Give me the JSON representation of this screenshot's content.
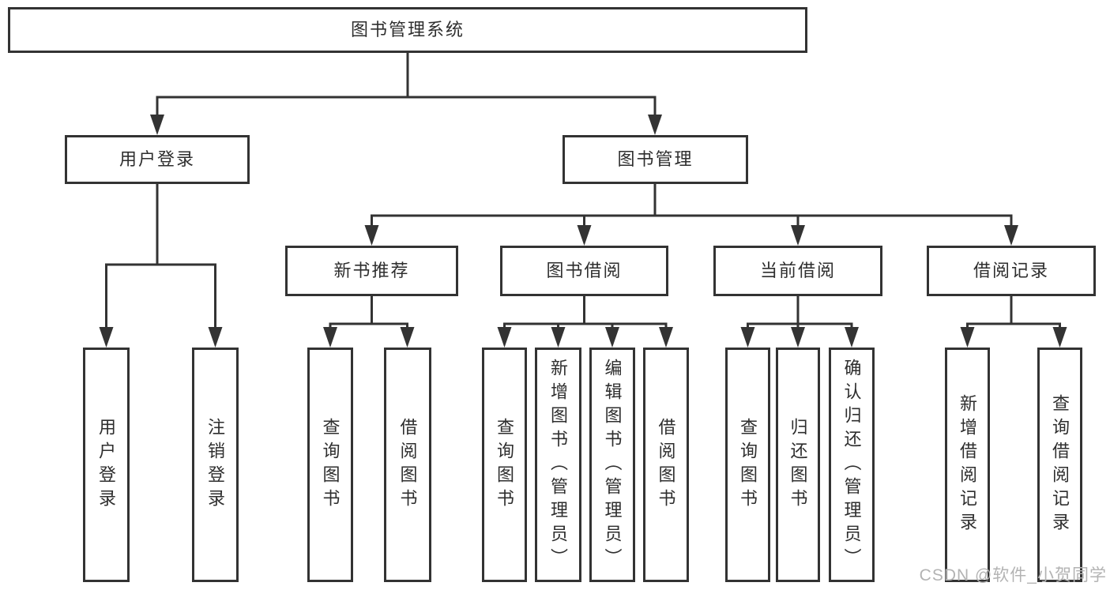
{
  "colors": {
    "line": "#333333",
    "box_border": "#333333",
    "text": "#2e2e2e",
    "background": "#ffffff",
    "watermark": "#b3b3b3"
  },
  "root": {
    "label": "图书管理系统"
  },
  "level2": {
    "user_login": {
      "label": "用户登录"
    },
    "book_management": {
      "label": "图书管理"
    }
  },
  "level3": {
    "new_book_recommend": {
      "label": "新书推荐"
    },
    "book_borrow": {
      "label": "图书借阅"
    },
    "current_borrow": {
      "label": "当前借阅"
    },
    "borrow_records": {
      "label": "借阅记录"
    }
  },
  "leaves": {
    "user_login": "用户登录",
    "logout": "注销登录",
    "recommend_query_books": "查询图书",
    "recommend_borrow_books": "借阅图书",
    "borrow_query_books": "查询图书",
    "borrow_add_books": "新增图书（管理员）",
    "borrow_edit_books": "编辑图书（管理员）",
    "borrow_borrow_books": "借阅图书",
    "current_query_books": "查询图书",
    "current_return_books": "归还图书",
    "current_confirm_return": "确认归还（管理员）",
    "records_add_record": "新增借阅记录",
    "records_query_record": "查询借阅记录"
  },
  "watermark": "CSDN @软件_小贺同学"
}
